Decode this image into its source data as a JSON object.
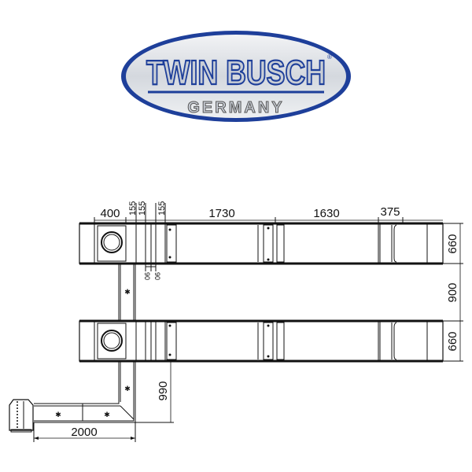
{
  "logo": {
    "brand": "TWIN BUSCH",
    "registered_mark": "®",
    "subtitle": "GERMANY",
    "colors": {
      "ring": "#1e3f9a",
      "fill": "#d9dde3",
      "text_outline": "#1e3f9a",
      "text_fill": "#c9ced6"
    }
  },
  "drawing": {
    "type": "two-post-free lift top view dimension drawing",
    "top_dimensions": {
      "d400": "400",
      "d155a": "155",
      "d155b": "155",
      "d155c": "155",
      "d1730": "1730",
      "d1630": "1630",
      "d375": "375"
    },
    "small_dimensions": {
      "d90a": "90",
      "d90b": "90"
    },
    "right_dimensions": {
      "d660_top": "660",
      "d900": "900",
      "d660_bottom": "660"
    },
    "lower_dimensions": {
      "d990": "990",
      "d2000": "2000"
    },
    "line_color": "#111111"
  }
}
